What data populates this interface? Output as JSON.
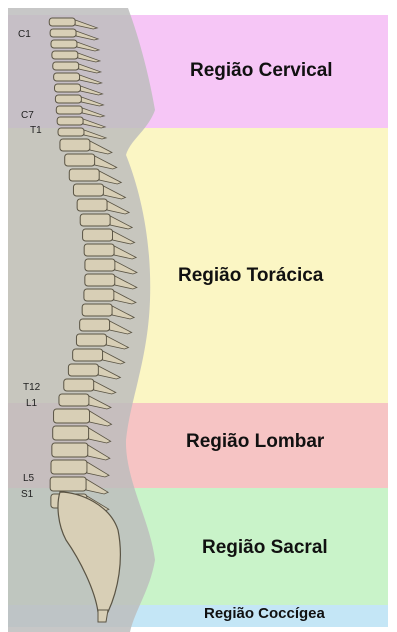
{
  "regions": [
    {
      "label": "Região Cervical",
      "color": "#f6c6f6"
    },
    {
      "label": "Região Torácica",
      "color": "#fbf6c4"
    },
    {
      "label": "Região Lombar",
      "color": "#f6c4c4"
    },
    {
      "label": "Região Sacral",
      "color": "#c9f3c9"
    },
    {
      "label": "Região Coccígea",
      "color": "#c4e6f6"
    }
  ],
  "vertebra_labels": [
    "C1",
    "C7",
    "T1",
    "T12",
    "L1",
    "L5",
    "S1"
  ],
  "colors": {
    "body_silhouette": "#bdbdbd",
    "bone": "#d8cfb6",
    "bone_outline": "#5a5444"
  }
}
